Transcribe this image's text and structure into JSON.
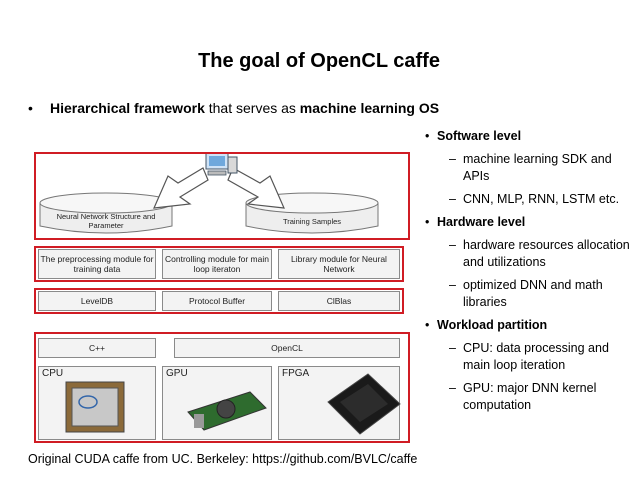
{
  "title": "The goal of OpenCL caffe",
  "main_bullet": {
    "symbol": "•",
    "bold1": "Hierarchical framework",
    "mid": " that serves as ",
    "bold2": "machine learning OS"
  },
  "right_list": [
    {
      "label": "Software level",
      "items": [
        "machine learning SDK and APIs",
        "CNN, MLP, RNN, LSTM etc."
      ]
    },
    {
      "label": "Hardware level",
      "items": [
        "hardware resources allocation and utilizations",
        "optimized DNN and math libraries"
      ]
    },
    {
      "label": "Workload partition",
      "items": [
        "CPU: data processing and main loop iteration",
        "GPU: major DNN kernel computation"
      ]
    }
  ],
  "caption": "Original CUDA caffe from UC. Berkeley: https://github.com/BVLC/caffe",
  "diagram": {
    "cylinder_left": "Neural Network Structure and Parameter",
    "cylinder_right": "Training Samples",
    "modules": [
      "The preprocessing module for training data",
      "Controlling module for main loop iteraton",
      "Library module for Neural Network"
    ],
    "libs": [
      "LevelDB",
      "Protocol Buffer",
      "ClBlas"
    ],
    "langs": [
      "C++",
      "OpenCL"
    ],
    "hardware": [
      "CPU",
      "GPU",
      "FPGA"
    ]
  },
  "colors": {
    "frame_red": "#d01c24",
    "box_gray": "#8a8a8a"
  },
  "icons": [
    "computer-icon",
    "cpu-chip-icon",
    "gpu-card-icon",
    "fpga-chip-icon"
  ]
}
